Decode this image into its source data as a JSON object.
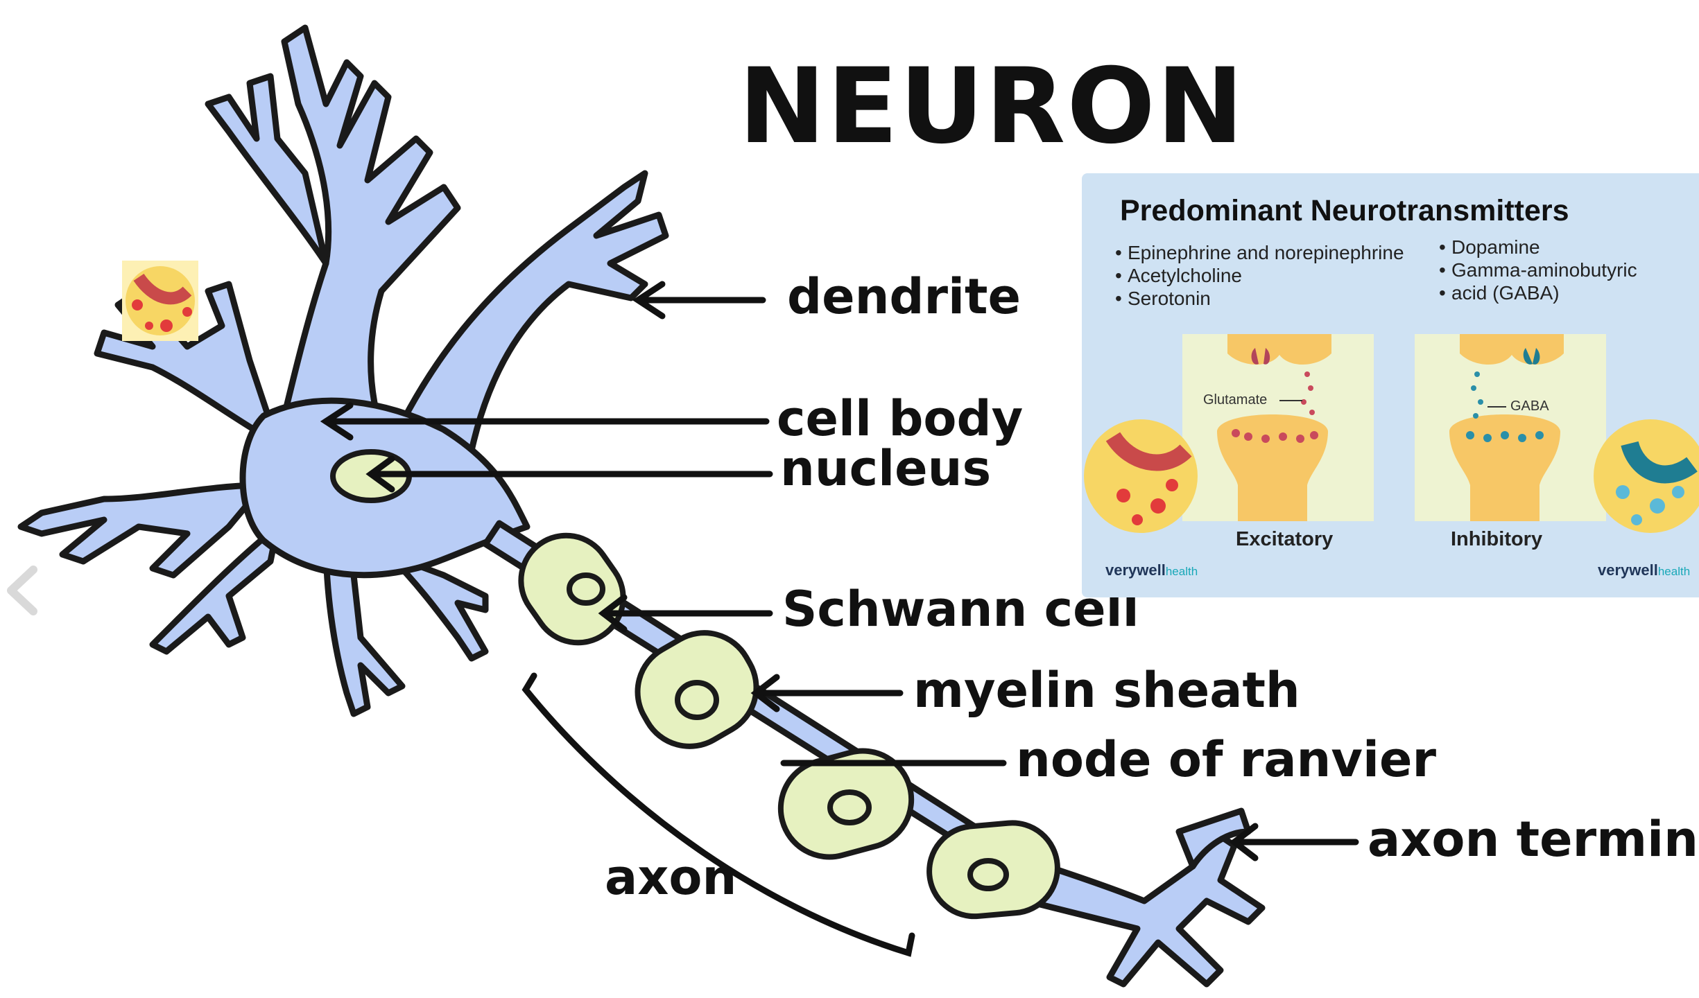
{
  "diagram": {
    "title": "NEURON",
    "labels": {
      "dendrite": "dendrite",
      "cell_body": "cell body",
      "nucleus": "nucleus",
      "schwann_cell": "Schwann cell",
      "myelin_sheath": "myelin sheath",
      "node_of_ranvier": "node of ranvier",
      "axon_terminal": "axon terminal",
      "axon": "axon"
    }
  },
  "neurotransmitters_card": {
    "title": "Predominant Neurotransmitters",
    "left_list": [
      "Epinephrine and norepinephrine",
      "Acetylcholine",
      "Serotonin"
    ],
    "right_list": [
      "Dopamine",
      "Gamma-aminobutyric",
      "acid (GABA)"
    ],
    "glutamate_label": "Glutamate",
    "gaba_label": "GABA",
    "excitatory_caption": "Excitatory",
    "inhibitory_caption": "Inhibitory",
    "brand_left": {
      "bold": "verywell",
      "light": "health"
    },
    "brand_right": {
      "bold": "verywell",
      "light": "health"
    }
  },
  "colors": {
    "neuron_fill": "#b9cdf6",
    "myelin_fill": "#e6f1c0",
    "card_bg": "#cfe2f3",
    "brand_teal": "#19a8b8"
  },
  "icons": [
    "back-chevron-icon"
  ]
}
